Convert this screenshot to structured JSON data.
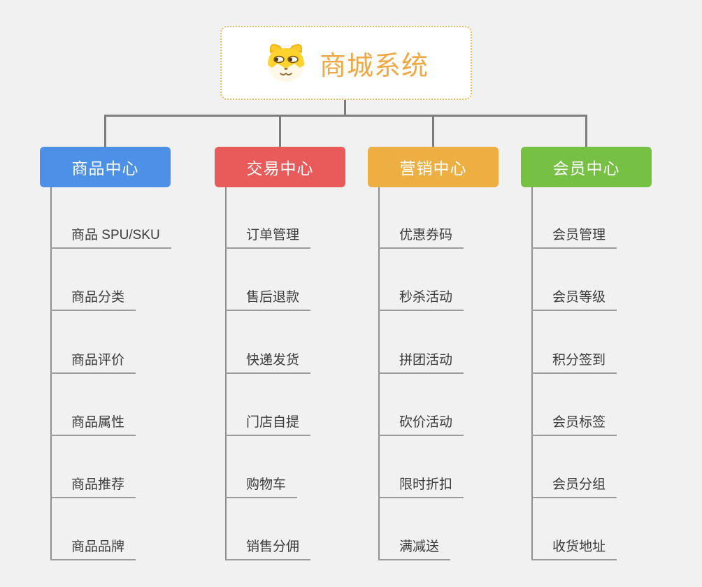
{
  "page": {
    "background_color": "#f1f1f1",
    "connector_color": "#7d7d7d"
  },
  "root": {
    "title": "商城系统",
    "icon": "shiba-dog-icon",
    "title_color": "#efa843",
    "border_color": "#f2b761"
  },
  "branches": [
    {
      "label": "商品中心",
      "color": "#4d90e8",
      "children": [
        "商品 SPU/SKU",
        "商品分类",
        "商品评价",
        "商品属性",
        "商品推荐",
        "商品品牌"
      ]
    },
    {
      "label": "交易中心",
      "color": "#e95b5b",
      "children": [
        "订单管理",
        "售后退款",
        "快递发货",
        "门店自提",
        "购物车",
        "销售分佣"
      ]
    },
    {
      "label": "营销中心",
      "color": "#edaf42",
      "children": [
        "优惠券码",
        "秒杀活动",
        "拼团活动",
        "砍价活动",
        "限时折扣",
        "满减送"
      ]
    },
    {
      "label": "会员中心",
      "color": "#76c043",
      "children": [
        "会员管理",
        "会员等级",
        "积分签到",
        "会员标签",
        "会员分组",
        "收货地址"
      ]
    }
  ]
}
